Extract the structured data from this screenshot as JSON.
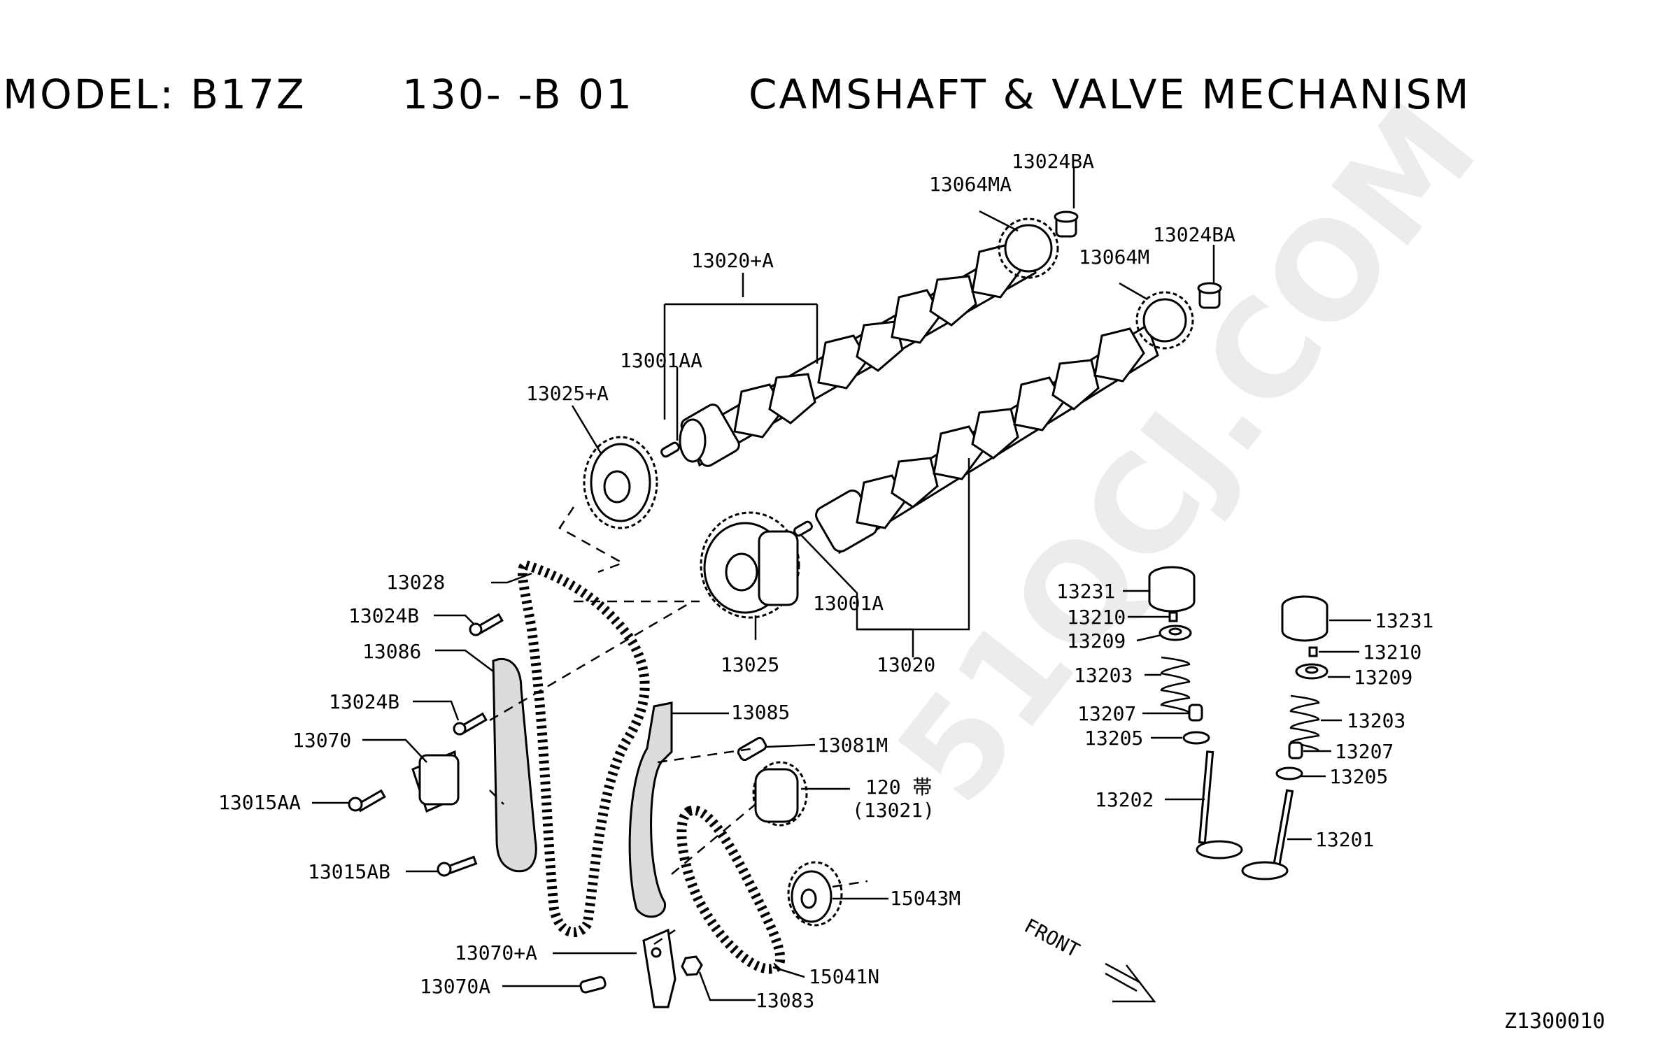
{
  "header": {
    "model": "MODEL: B17Z",
    "section": "130-   -B 01",
    "title": "CAMSHAFT & VALVE MECHANISM"
  },
  "watermark": "51QCJ.COM",
  "figure_code": "Z1300010",
  "front_label": "FRONT",
  "callouts": {
    "p13024BA_top": "13024BA",
    "p13064MA": "13064MA",
    "p13024BA_right": "13024BA",
    "p13064M": "13064M",
    "p13020A": "13020+A",
    "p13001AA": "13001AA",
    "p13025A": "13025+A",
    "p13028": "13028",
    "p13024B_upper": "13024B",
    "p13086": "13086",
    "p13024B_lower": "13024B",
    "p13070": "13070",
    "p13015AA": "13015AA",
    "p13015AB": "13015AB",
    "p13025": "13025",
    "p13001A": "13001A",
    "p13020": "13020",
    "p13085": "13085",
    "p13081M": "13081M",
    "p120": "120 帯",
    "p13021": "(13021)",
    "p15043M": "15043M",
    "p15041N": "15041N",
    "p13083": "13083",
    "p13070A_plus": "13070+A",
    "p13070A": "13070A",
    "p13231_left": "13231",
    "p13210_left": "13210",
    "p13209_left": "13209",
    "p13203_left": "13203",
    "p13207_left": "13207",
    "p13205_left": "13205",
    "p13202": "13202",
    "p13231_right": "13231",
    "p13210_right": "13210",
    "p13209_right": "13209",
    "p13203_right": "13203",
    "p13207_right": "13207",
    "p13205_right": "13205",
    "p13201": "13201"
  }
}
